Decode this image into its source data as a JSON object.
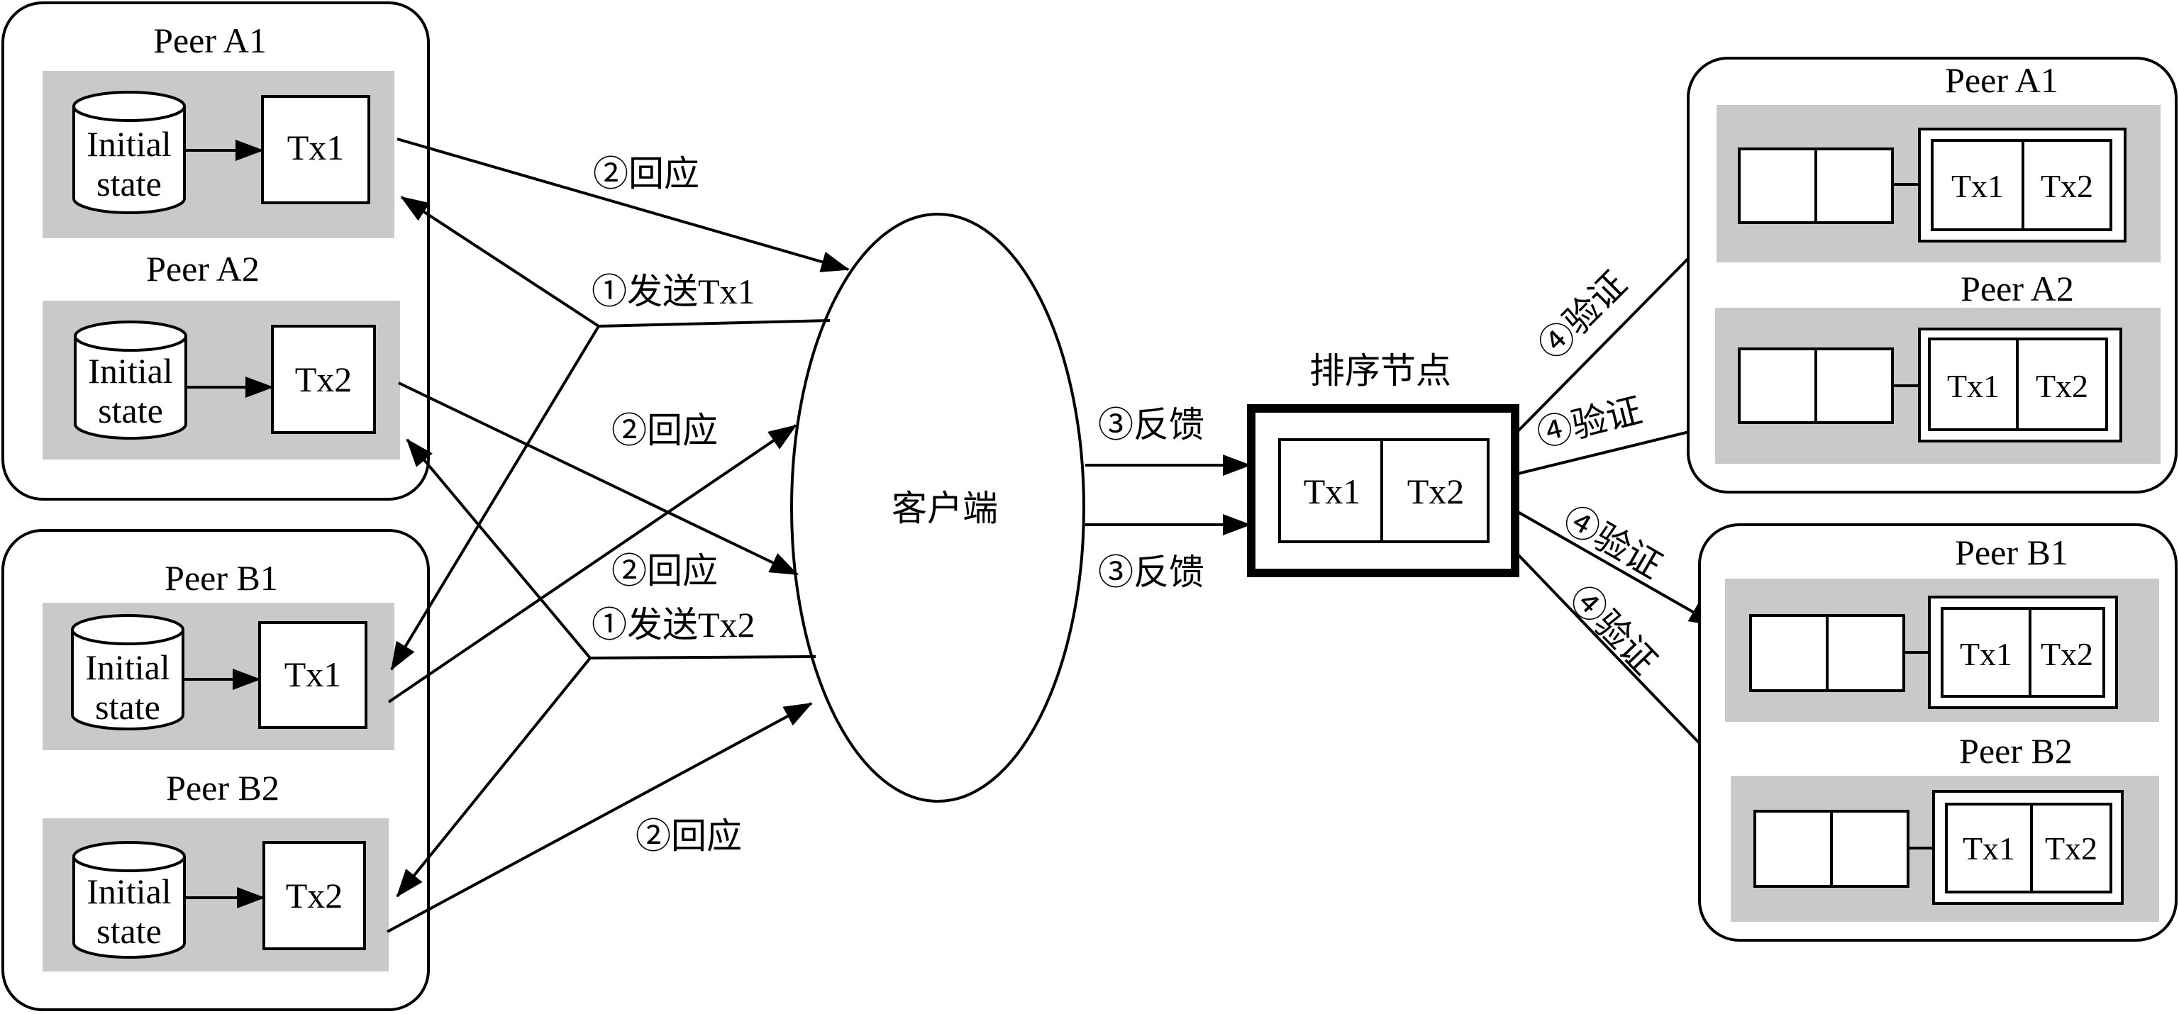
{
  "left_peers": [
    {
      "name": "Peer A1",
      "db_line1": "Initial",
      "db_line2": "state",
      "tx": "Tx1"
    },
    {
      "name": "Peer A2",
      "db_line1": "Initial",
      "db_line2": "state",
      "tx": "Tx2"
    },
    {
      "name": "Peer B1",
      "db_line1": "Initial",
      "db_line2": "state",
      "tx": "Tx1"
    },
    {
      "name": "Peer B2",
      "db_line1": "Initial",
      "db_line2": "state",
      "tx": "Tx2"
    }
  ],
  "client": {
    "label": "客户端"
  },
  "messages": {
    "respond": "②回应",
    "send_tx1": "①发送Tx1",
    "send_tx2": "①发送Tx2",
    "feedback": "③反馈",
    "verify": "④验证"
  },
  "orderer": {
    "title": "排序节点",
    "tx1": "Tx1",
    "tx2": "Tx2"
  },
  "right_peers": [
    {
      "name": "Peer A1",
      "tx1": "Tx1",
      "tx2": "Tx2"
    },
    {
      "name": "Peer A2",
      "tx1": "Tx1",
      "tx2": "Tx2"
    },
    {
      "name": "Peer B1",
      "tx1": "Tx1",
      "tx2": "Tx2"
    },
    {
      "name": "Peer B2",
      "tx1": "Tx1",
      "tx2": "Tx2"
    }
  ]
}
